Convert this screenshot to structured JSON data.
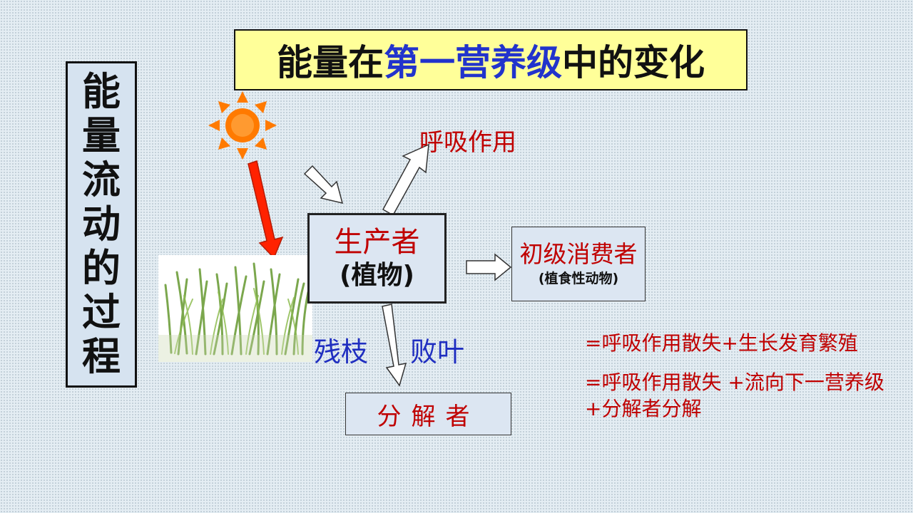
{
  "vertical_title": "能量流动的过程",
  "main_title": {
    "part1": "能量在",
    "part2": "第一营养级",
    "part3": "中的变化"
  },
  "producer": {
    "label": "生产者",
    "sublabel": "(植物)"
  },
  "primary_consumer": {
    "label": "初级消费者",
    "sublabel": "(植食性动物)"
  },
  "decomposer": "分解者",
  "respiration": "呼吸作用",
  "residue": {
    "part1": "残枝",
    "part2": "败叶"
  },
  "equations": [
    "=呼吸作用散失+生长发育繁殖",
    "=呼吸作用散失 +流向下一营养级 +分解者分解"
  ],
  "colors": {
    "title_bg": "#ffff99",
    "box_bg": "#dce6f2",
    "red_text": "#c00000",
    "blue_text": "#1f2ec0",
    "sun": "#ff7a00",
    "sunlight_arrow": "#ff2200"
  },
  "icons": [
    "sun-icon",
    "grass-image"
  ]
}
